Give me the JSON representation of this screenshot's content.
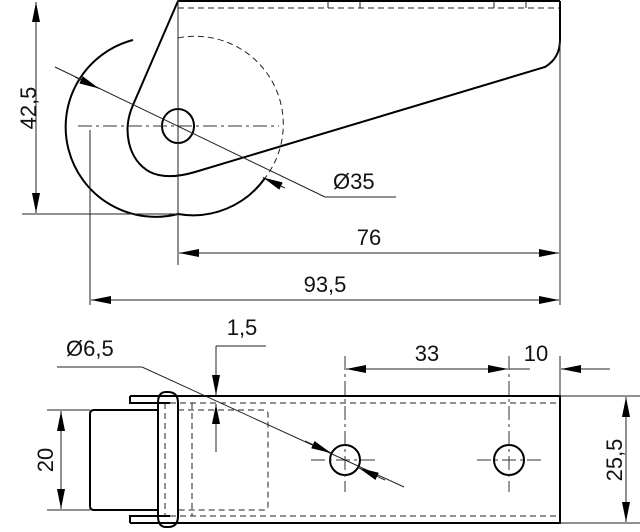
{
  "dimensions": {
    "side_height": "42,5",
    "wheel_diameter": "Ø35",
    "axle_to_end": "76",
    "overall_length": "93,5",
    "thickness": "1,5",
    "hole_diameter": "Ø6,5",
    "hole_spacing": "33",
    "hole_to_end": "10",
    "wheel_width": "20",
    "plate_width": "25,5"
  }
}
